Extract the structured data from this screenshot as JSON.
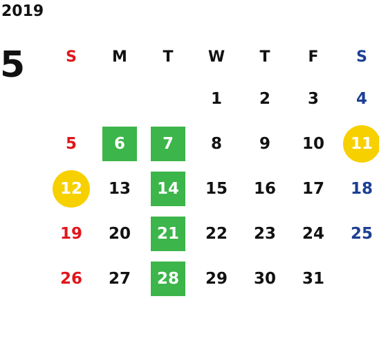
{
  "calendar": {
    "year": "2019",
    "month": "5",
    "weekdays": [
      "S",
      "M",
      "T",
      "W",
      "T",
      "F",
      "S"
    ],
    "weeks": [
      [
        "",
        "",
        "",
        "1",
        "2",
        "3",
        "4"
      ],
      [
        "5",
        "6",
        "7",
        "8",
        "9",
        "10",
        "11"
      ],
      [
        "12",
        "13",
        "14",
        "15",
        "16",
        "17",
        "18"
      ],
      [
        "19",
        "20",
        "21",
        "22",
        "23",
        "24",
        "25"
      ],
      [
        "26",
        "27",
        "28",
        "29",
        "30",
        "31",
        ""
      ]
    ],
    "green_marked_days": [
      "6",
      "7",
      "14",
      "21",
      "28"
    ],
    "yellow_marked_days": [
      "11",
      "12"
    ],
    "colors": {
      "sunday": "#e0161b",
      "saturday": "#1c3f94",
      "weekday": "#111111",
      "green_badge": "#3cb54a",
      "yellow_badge": "#f7d000",
      "badge_text": "#ffffff"
    }
  }
}
